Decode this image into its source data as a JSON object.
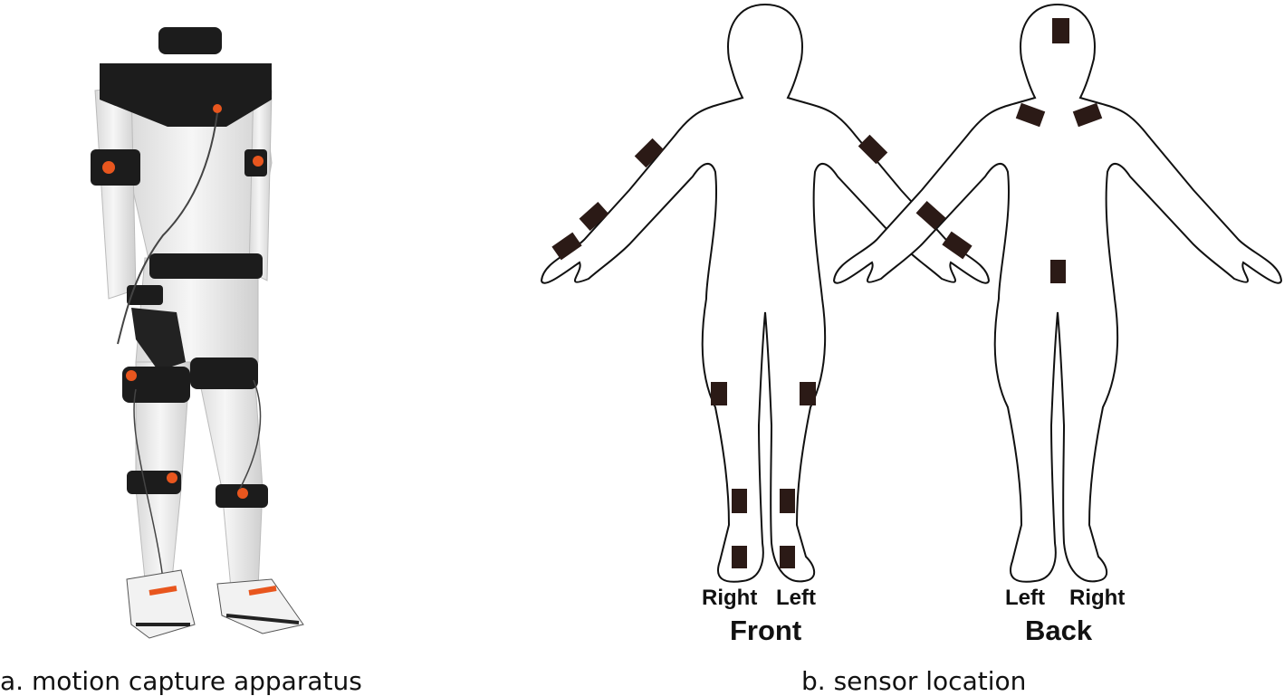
{
  "figure": {
    "panel_a": {
      "caption": "a. motion capture apparatus"
    },
    "panel_b": {
      "caption": "b. sensor location",
      "front": {
        "title": "Front",
        "left_side_label": "Right",
        "right_side_label": "Left"
      },
      "back": {
        "title": "Back",
        "left_side_label": "Left",
        "right_side_label": "Right"
      }
    }
  },
  "colors": {
    "sensor": "#2b1a16",
    "strap": "#1c1c1c",
    "accent": "#e8561e",
    "mannequin": "#ececec"
  }
}
